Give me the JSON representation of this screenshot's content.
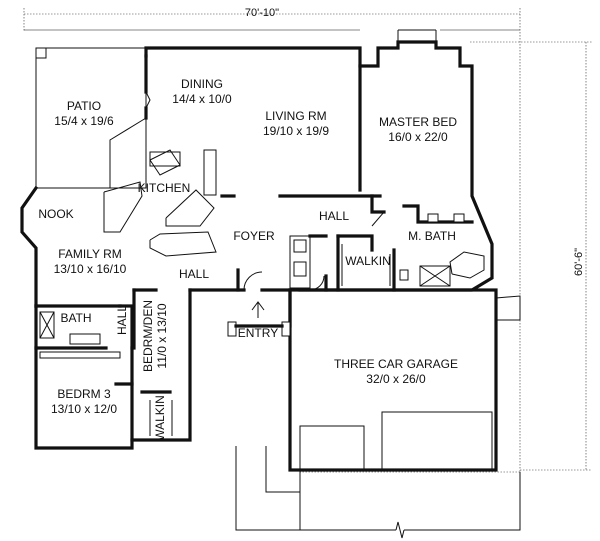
{
  "overall": {
    "width": "70'-10\"",
    "depth": "60'-6\""
  },
  "rooms": {
    "patio": {
      "name": "PATIO",
      "size": "15/4 x 19/6"
    },
    "dining": {
      "name": "DINING",
      "size": "14/4 x 10/0"
    },
    "living": {
      "name": "LIVING RM",
      "size": "19/10 x 19/9"
    },
    "master": {
      "name": "MASTER BED",
      "size": "16/0 x 22/0"
    },
    "kitchen": {
      "name": "KITCHEN"
    },
    "nook": {
      "name": "NOOK"
    },
    "hall1": {
      "name": "HALL"
    },
    "foyer": {
      "name": "FOYER"
    },
    "mbath": {
      "name": "M. BATH"
    },
    "walkin1": {
      "name": "WALKIN"
    },
    "family": {
      "name": "FAMILY RM",
      "size": "13/10 x 16/10"
    },
    "hall2": {
      "name": "HALL"
    },
    "bath": {
      "name": "BATH"
    },
    "hall3": {
      "name": "HALL"
    },
    "den": {
      "name": "BEDRM/DEN",
      "size": "11/0 x 13/10"
    },
    "entry": {
      "name": "ENTRY"
    },
    "garage": {
      "name": "THREE CAR GARAGE",
      "size": "32/0 x 26/0"
    },
    "bedrm3": {
      "name": "BEDRM 3",
      "size": "13/10 x 12/0"
    },
    "walkin2": {
      "name": "WALKIN"
    }
  }
}
